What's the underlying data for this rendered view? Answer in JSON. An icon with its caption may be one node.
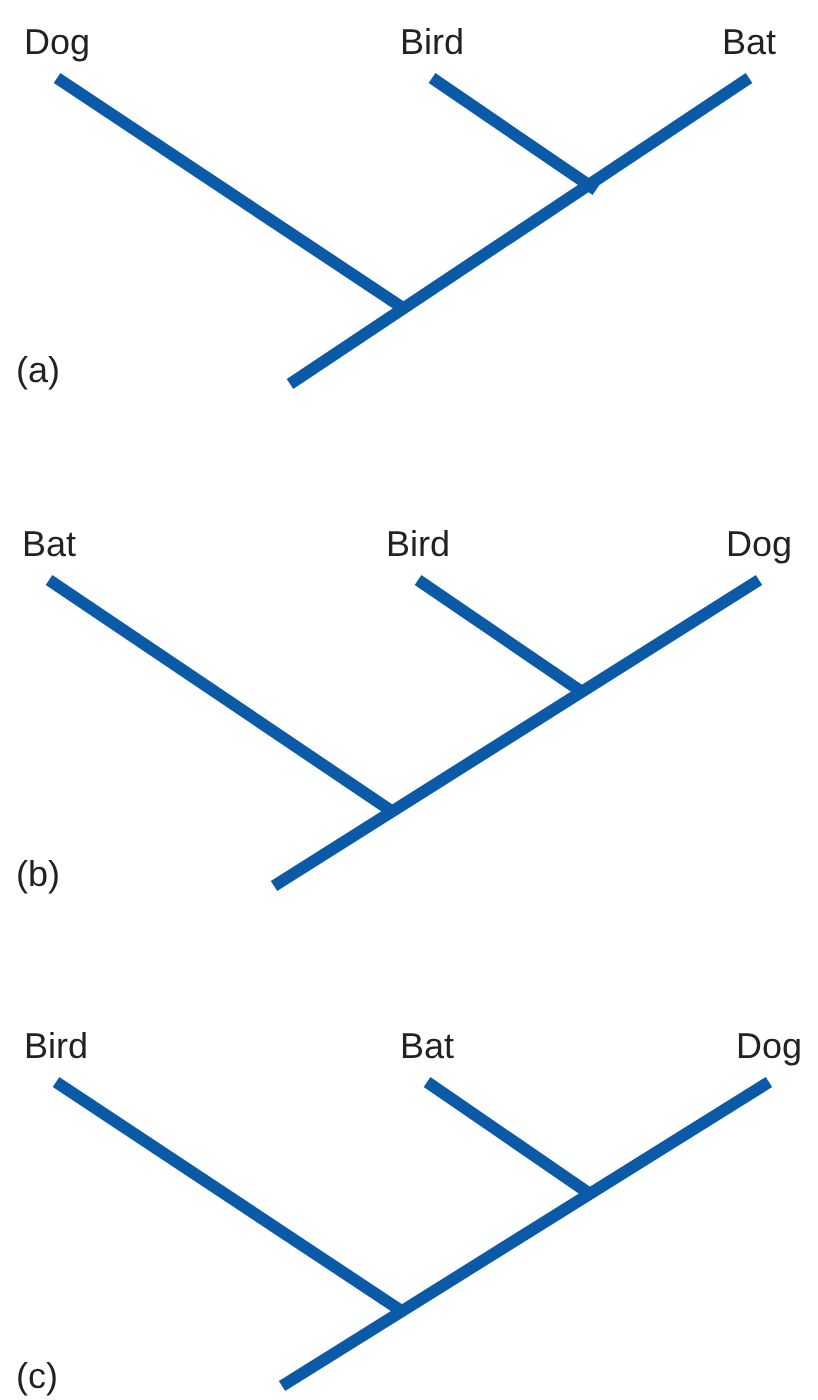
{
  "diagram": {
    "nodes": [
      {
        "text": [
          "Dog"
        ]
      },
      {
        "text": [
          "Bird"
        ]
      },
      {
        "text": [
          "Bat"
        ]
      },
      {
        "text": [
          "Bat"
        ]
      },
      {
        "text": [
          "Bird"
        ]
      },
      {
        "text": [
          "Dog"
        ]
      },
      {
        "text": [
          "Bird"
        ]
      },
      {
        "text": [
          "Bat"
        ]
      },
      {
        "text": [
          "Dog"
        ]
      }
    ],
    "edges": [
      {
        "from": null,
        "to": 0,
        "arrow": "none"
      },
      {
        "from": null,
        "to": 1,
        "arrow": "none"
      },
      {
        "from": null,
        "to": 2,
        "arrow": "none"
      },
      {
        "from": null,
        "to": 3,
        "arrow": "none"
      },
      {
        "from": null,
        "to": 4,
        "arrow": "none"
      },
      {
        "from": null,
        "to": 5,
        "arrow": "none"
      },
      {
        "from": null,
        "to": 6,
        "arrow": "none"
      },
      {
        "from": null,
        "to": 7,
        "arrow": "none"
      },
      {
        "from": null,
        "to": 8,
        "arrow": "none"
      }
    ],
    "labels": [
      "(a)",
      "(b)",
      "(c)"
    ]
  }
}
